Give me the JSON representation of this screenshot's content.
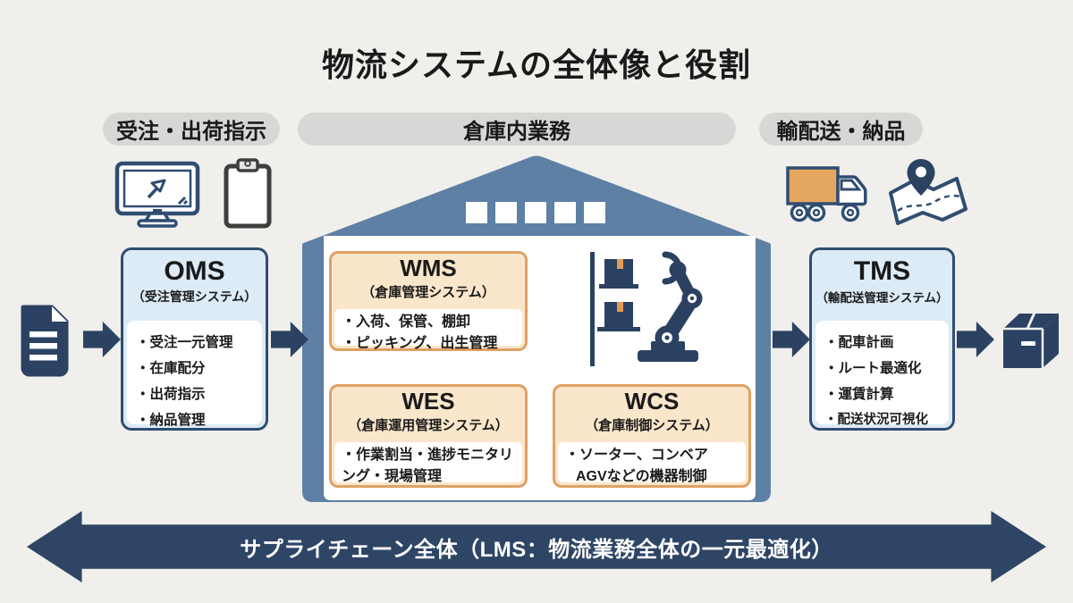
{
  "title": "物流システムの全体像と役割",
  "lanes": {
    "order": "受注・出荷指示",
    "warehouse": "倉庫内業務",
    "delivery": "輸配送・納品"
  },
  "boxes": {
    "oms": {
      "name": "OMS",
      "subtitle": "（受注管理システム）",
      "items": [
        "・受注一元管理",
        "・在庫配分",
        "・出荷指示",
        "・納品管理"
      ]
    },
    "wms": {
      "name": "WMS",
      "subtitle": "（倉庫管理システム）",
      "items": [
        "・入荷、保管、棚卸",
        "・ピッキング、出生管理"
      ]
    },
    "wes": {
      "name": "WES",
      "subtitle": "（倉庫運用管理システム）",
      "items": [
        "・作業割当・進捗モニタリング・現場管理"
      ]
    },
    "wcs": {
      "name": "WCS",
      "subtitle": "（倉庫制御システム）",
      "items": [
        "・ソーター、コンベア",
        "AGVなどの機器制御"
      ]
    },
    "tms": {
      "name": "TMS",
      "subtitle": "（輸配送管理システム）",
      "items": [
        "・配車計画",
        "・ルート最適化",
        "・運賃計算",
        "・配送状況可視化"
      ]
    }
  },
  "footer": "サプライチェーン全体（LMS：物流業務全体の一元最適化）",
  "colors": {
    "navy": "#2b4262",
    "blue_box_border": "#2f4d71",
    "blue_box_header": "#dcebf5",
    "orange_box_border": "#dfa164",
    "orange_box_header": "#fae6cb",
    "warehouse_slate": "#5d80a4",
    "truck_orange": "#e5a75f",
    "pill_gray": "#d7d7d5",
    "background": "#f0efec",
    "footer_navy": "#2e4565"
  },
  "icons": [
    "monitor-icon",
    "clipboard-icon",
    "truck-icon",
    "map-route-icon",
    "document-icon",
    "package-icon",
    "warehouse-icon",
    "robot-arm-icon",
    "flow-arrow-icon",
    "supply-chain-arrow"
  ]
}
